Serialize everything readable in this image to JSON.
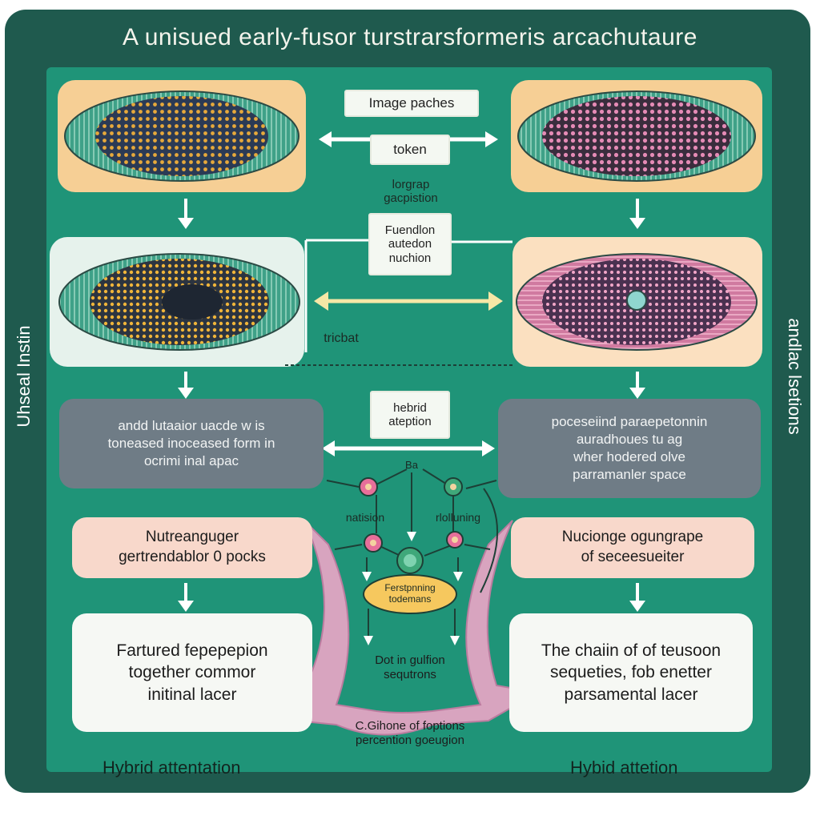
{
  "title": "A unisued early-fusor turstrarsformeris arcachutaure",
  "side_labels": {
    "left": "Uhseal Instin",
    "right": "andlac lsetions"
  },
  "bottom_labels": {
    "left": "Hybrid attentation",
    "right": "Hybid attetion"
  },
  "center_labels": {
    "image_patches": "Image paches",
    "token": "token",
    "small_note": "lorgrap\ngacpistion",
    "fusion_box": "Fuendlon\nautedon\nnuchion",
    "tricat": "tricbat",
    "hybrid_box": "hebrid\nateption",
    "node_top": "Ba",
    "node_left": "natision",
    "node_right": "rlolluning",
    "oval": "Ferstpnning\ntodemans",
    "ribbon_mid": "Dot in gulfion\nsequtrons",
    "ribbon_bottom": "C.Gihone of foptions\npercention goeugion"
  },
  "left_boxes": {
    "gray": "andd lutaaior uacde w is\ntoneased inoceased form in\nocrimi inal apac",
    "peach": "Nutreanguger\ngertrendablor 0 pocks",
    "white": "Fartured fepepepion\ntogether commor\ninitinal lacer"
  },
  "right_boxes": {
    "gray": "poceseiind paraepetonnin\nauradhoues tu ag\nwher hodered olve\nparramanler space",
    "peach": "Nucionge ogungrape\nof seceesueiter",
    "white": "The chaiin of of teusoon\nsequeties, fob enetter\nparsamental lacer"
  },
  "colors": {
    "frame": "#1f5a4e",
    "panel": "#1f9478",
    "token_box_orange": "#f6cf95",
    "token_box_pale": "#e6f2ec",
    "token_box_peach": "#fbe0c0",
    "gray_box": "#6f7c86",
    "peach_box": "#f8d8cb",
    "white_box": "#f6f8f4",
    "node_pink": "#e76f9a",
    "node_green": "#3fa87a",
    "oval_fill": "#f6c85e",
    "ribbon": "#e8a6c6"
  }
}
